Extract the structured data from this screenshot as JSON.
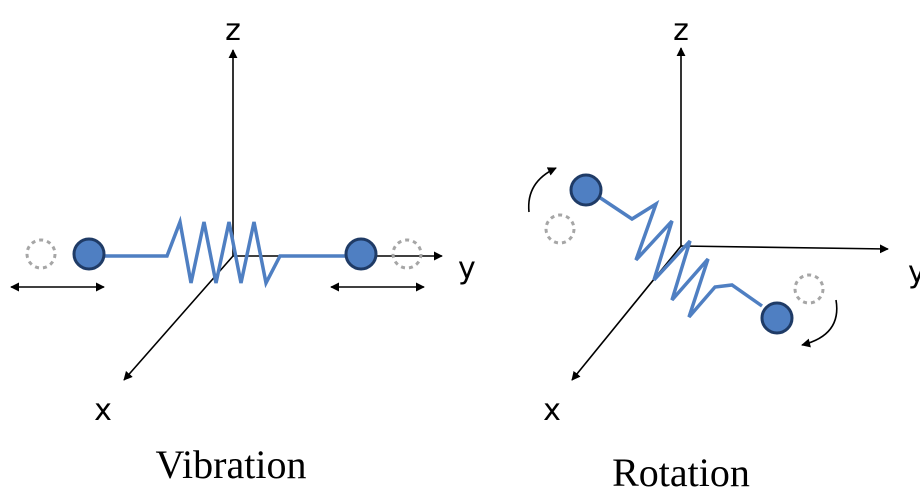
{
  "panels": [
    {
      "caption": "Vibration",
      "axes": {
        "z": "z",
        "y": "y",
        "x": "x"
      }
    },
    {
      "caption": "Rotation",
      "axes": {
        "z": "z",
        "y": "y",
        "x": "x"
      }
    }
  ],
  "colors": {
    "atom_fill": "#4f7fc2",
    "atom_stroke": "#1f3b66",
    "spring": "#4f7fc2",
    "ghost": "#a6a6a6",
    "axis": "#000000"
  }
}
